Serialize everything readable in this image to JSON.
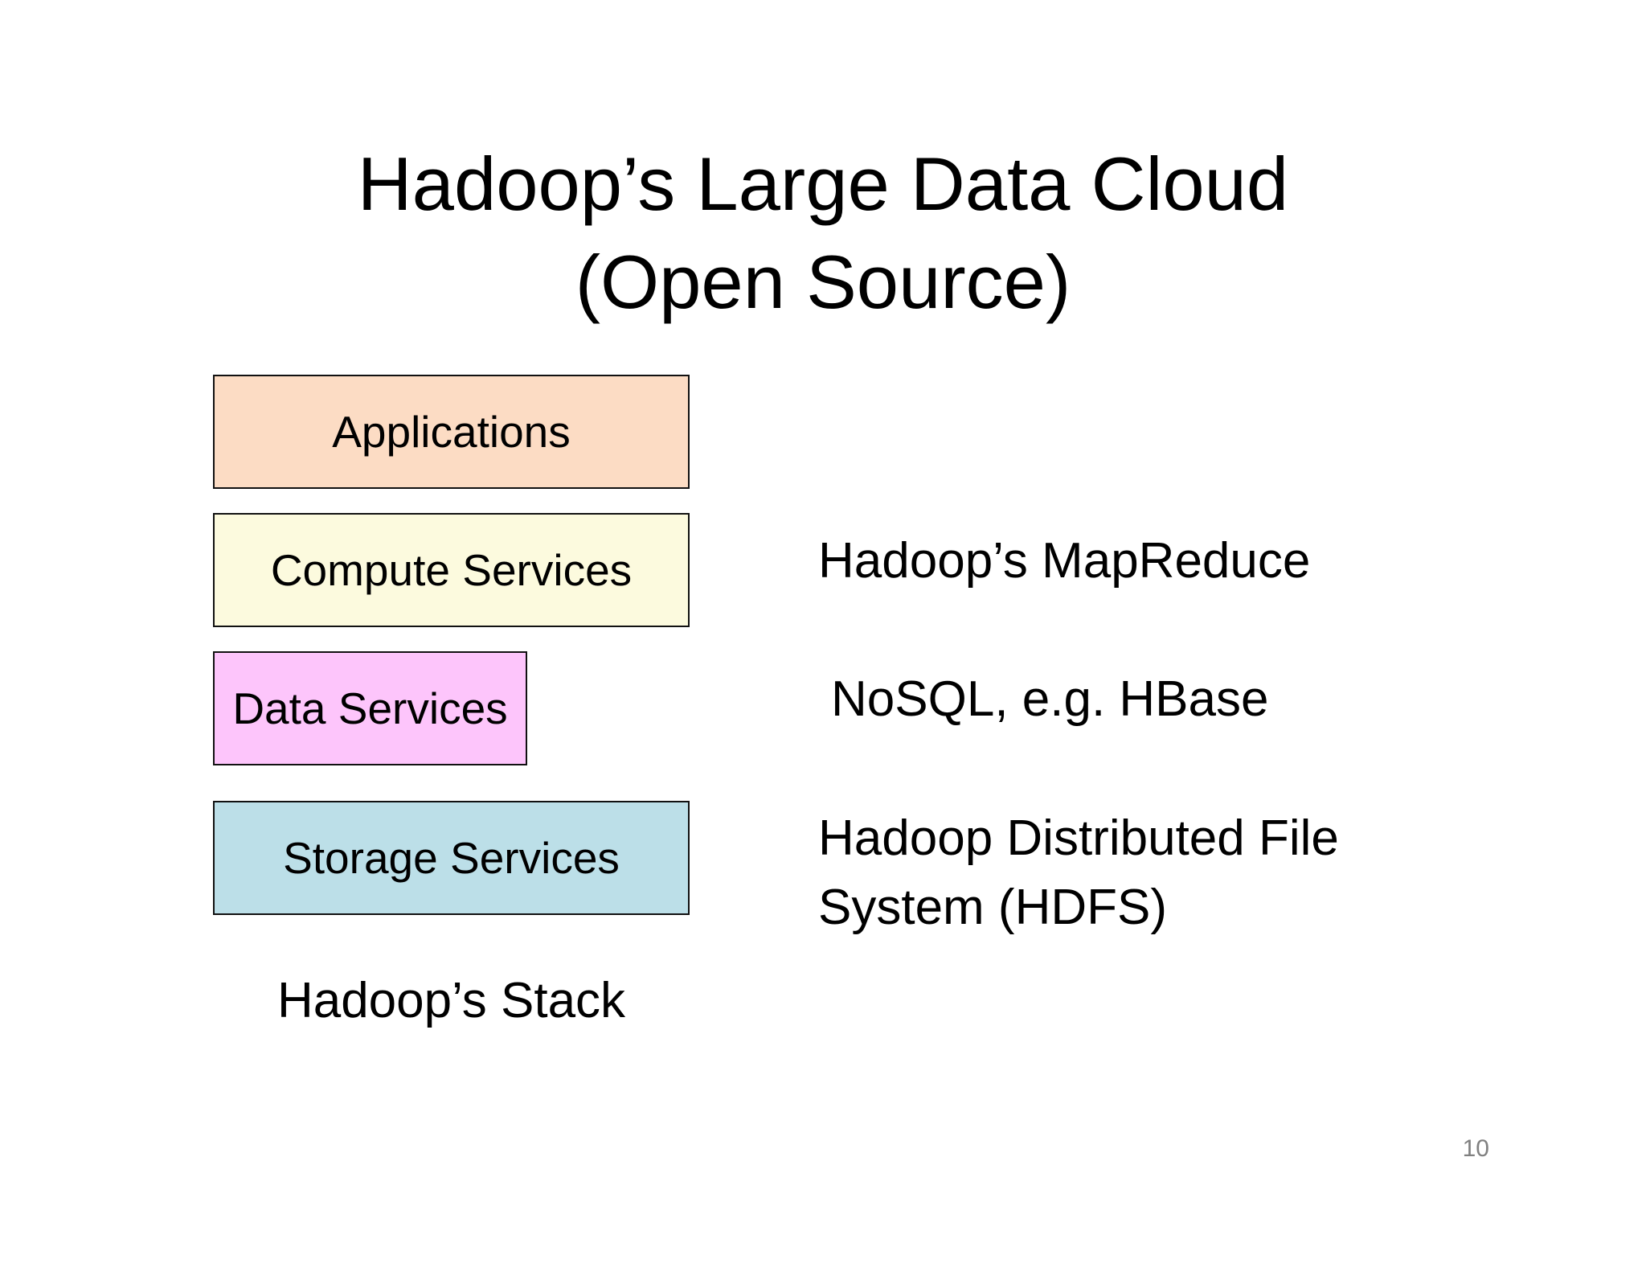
{
  "slide": {
    "title_line_1": "Hadoop’s Large Data Cloud",
    "title_line_2": "(Open Source)",
    "page_number": "10"
  },
  "stack": {
    "caption": "Hadoop’s Stack",
    "layers": [
      {
        "label": "Applications",
        "color": "#fcdcc4"
      },
      {
        "label": "Compute Services",
        "color": "#fcfade"
      },
      {
        "label": "Data Services",
        "color": "#fdc5fb"
      },
      {
        "label": "Storage Services",
        "color": "#bcdfe8"
      }
    ]
  },
  "implementations": {
    "compute": "Hadoop’s MapReduce",
    "data": "NoSQL, e.g. HBase",
    "storage_line_1": "Hadoop Distributed File",
    "storage_line_2": "System (HDFS)"
  }
}
